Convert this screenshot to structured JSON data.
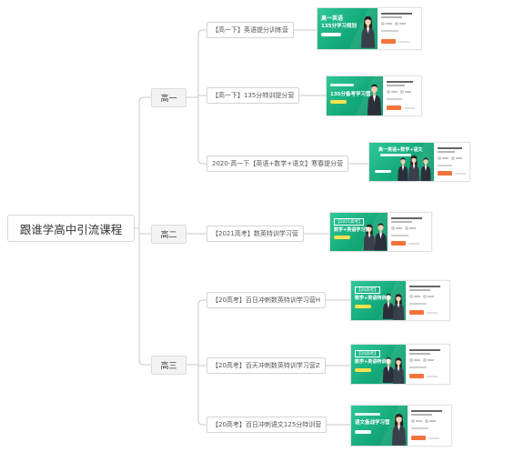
{
  "root": {
    "label": "跟谁学高中引流课程"
  },
  "grades": [
    {
      "label": "高一",
      "courses": [
        {
          "label": "【高一下】英语提分训练营",
          "thumb": [
            "高一英语",
            "135分学习规划"
          ]
        },
        {
          "label": "【高一下】135分特训提分营",
          "thumb": [
            "135分备考学习营"
          ]
        },
        {
          "label": "2020-高一下【英语+数学+语文】寒春提分营",
          "thumb": [
            "高一英语+数学+语文"
          ]
        }
      ]
    },
    {
      "label": "高二",
      "courses": [
        {
          "label": "【2021高考】数英特训学习营",
          "thumb": [
            "【2021高考】",
            "数学+英语学习营"
          ]
        }
      ]
    },
    {
      "label": "高三",
      "courses": [
        {
          "label": "【20高考】百日冲刺数英特训学习营H",
          "thumb": [
            "【20高考】",
            "数学+英语特训营"
          ]
        },
        {
          "label": "【20高考】百天冲刺数英特训学习营Z",
          "thumb": [
            "【20高考】",
            "数学+英语特训营"
          ]
        },
        {
          "label": "【20高考】百日冲刺语文125分特训营",
          "thumb": [
            "语文备战学习营"
          ]
        }
      ]
    }
  ],
  "colors": {
    "line": "#c8c8c8",
    "banner": "#14a979",
    "button": "#f4743b"
  }
}
